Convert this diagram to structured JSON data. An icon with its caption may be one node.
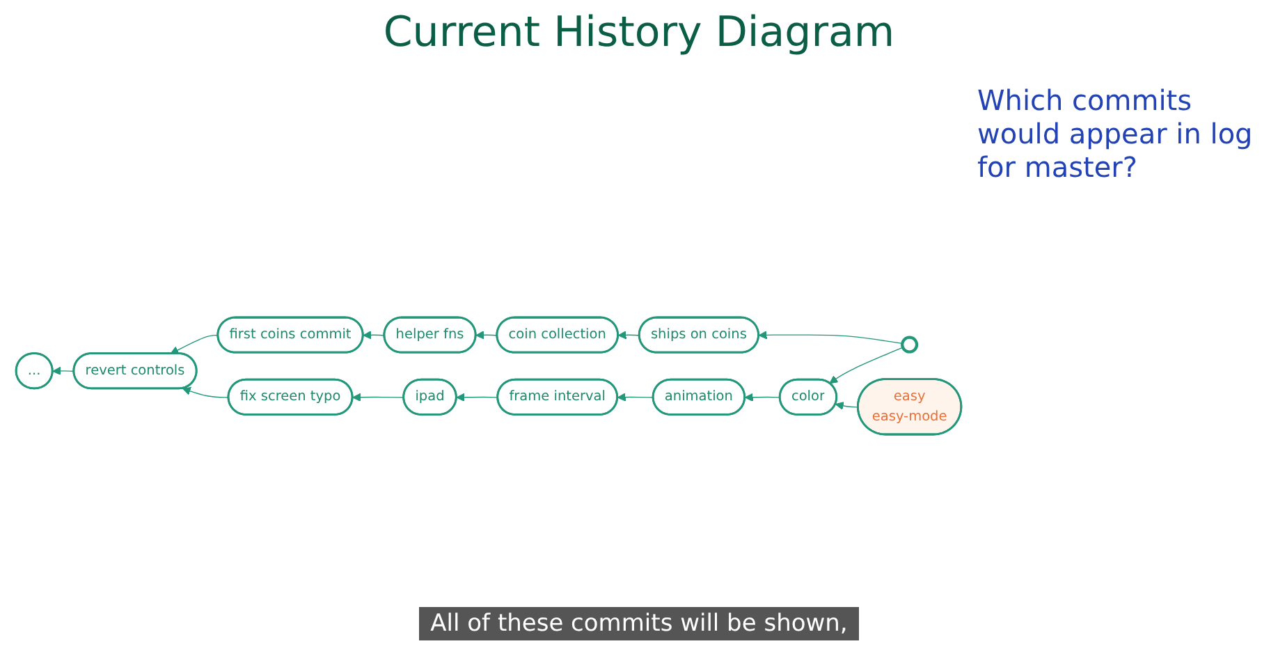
{
  "diagram": {
    "title": "Current History Diagram",
    "caption": "All of these commits will be shown,",
    "nodes": [
      {
        "text": [
          "..."
        ]
      },
      {
        "text": [
          "revert controls"
        ]
      },
      {
        "text": [
          "first coins commit"
        ]
      },
      {
        "text": [
          "helper fns"
        ]
      },
      {
        "text": [
          "coin collection"
        ]
      },
      {
        "text": [
          "ships on coins"
        ]
      },
      {
        "text": [
          "fix screen typo"
        ]
      },
      {
        "text": [
          "ipad"
        ]
      },
      {
        "text": [
          "frame interval"
        ]
      },
      {
        "text": [
          "animation"
        ]
      },
      {
        "text": [
          "color"
        ]
      },
      {
        "text": [],
        "shape": "circle"
      },
      {
        "text": [
          "easy",
          "easy-mode"
        ]
      }
    ],
    "edges": [
      {
        "from": 11,
        "to": 5,
        "arrow": "to"
      },
      {
        "from": 5,
        "to": 4,
        "arrow": "to"
      },
      {
        "from": 4,
        "to": 3,
        "arrow": "to"
      },
      {
        "from": 3,
        "to": 2,
        "arrow": "to"
      },
      {
        "from": 2,
        "to": 1,
        "arrow": "to"
      },
      {
        "from": 11,
        "to": 10,
        "arrow": "to"
      },
      {
        "from": 10,
        "to": 9,
        "arrow": "to"
      },
      {
        "from": 9,
        "to": 8,
        "arrow": "to"
      },
      {
        "from": 8,
        "to": 7,
        "arrow": "to"
      },
      {
        "from": 7,
        "to": 6,
        "arrow": "to"
      },
      {
        "from": 6,
        "to": 1,
        "arrow": "to"
      },
      {
        "from": 1,
        "to": 0,
        "arrow": "to"
      },
      {
        "from": 12,
        "to": 10,
        "arrow": "to"
      }
    ],
    "labels": [
      "Which commits would appear in log for master?"
    ]
  }
}
